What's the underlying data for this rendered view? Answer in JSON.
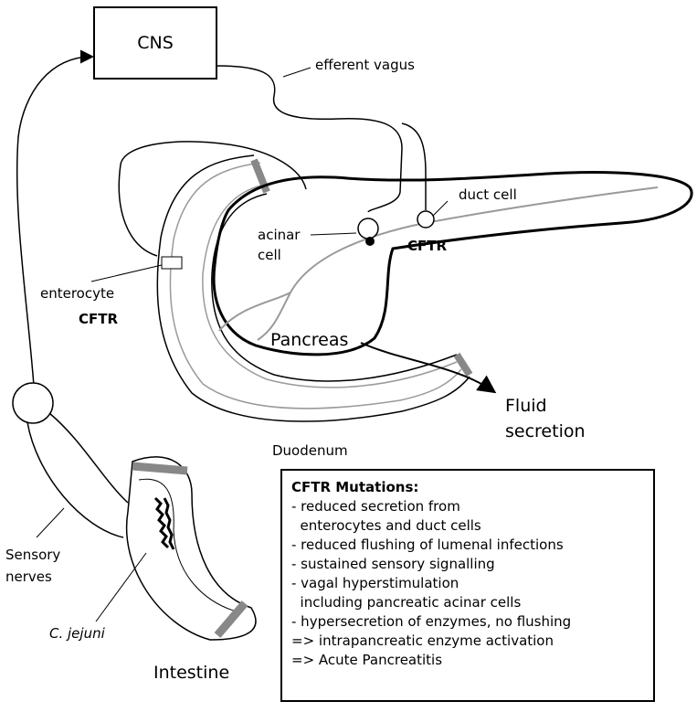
{
  "labels": {
    "cns": "CNS",
    "efferent_vagus": "efferent vagus",
    "duct_cell": "duct cell",
    "acinar_line1": "acinar",
    "acinar_line2": "cell",
    "cftr_pancreas": "CFTR",
    "enterocyte": "enterocyte",
    "cftr_enterocyte": "CFTR",
    "pancreas": "Pancreas",
    "fluid_line1": "Fluid",
    "fluid_line2": "secretion",
    "duodenum": "Duodenum",
    "sensory_line1": "Sensory",
    "sensory_line2": "nerves",
    "c_jejuni": "C. jejuni",
    "intestine": "Intestine"
  },
  "mutations": {
    "title": "CFTR Mutations:",
    "items": [
      "- reduced secretion from",
      "  enterocytes and duct cells",
      "- reduced flushing of lumenal infections",
      "- sustained sensory signalling",
      "- vagal hyperstimulation",
      "  including pancreatic acinar cells",
      "- hypersecretion of enzymes, no flushing",
      "=> intrapancreatic enzyme activation",
      "=> Acute Pancreatitis"
    ]
  }
}
